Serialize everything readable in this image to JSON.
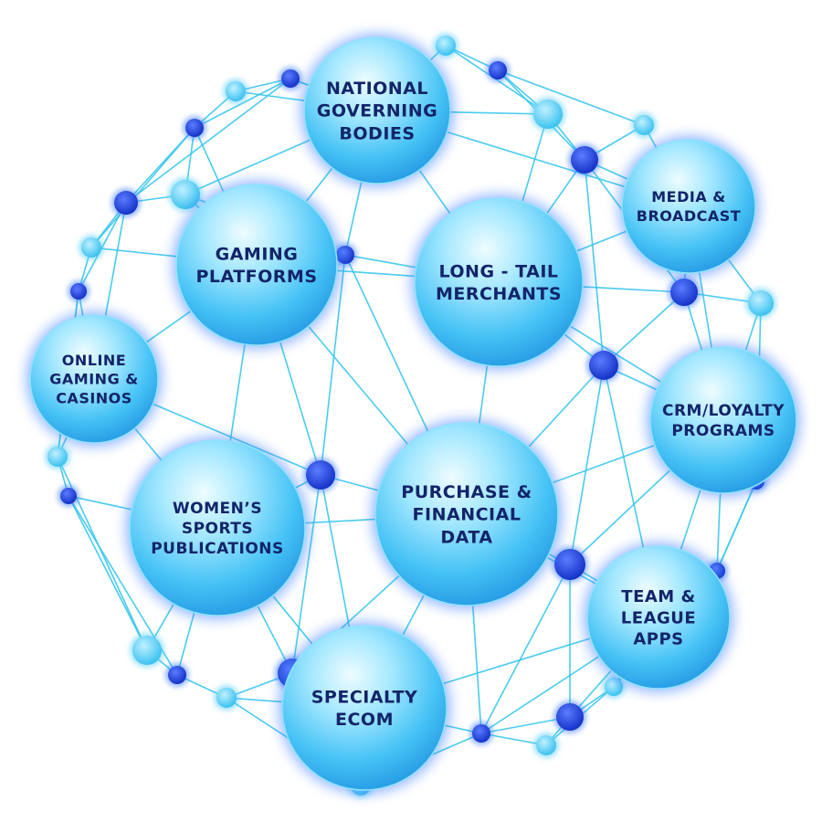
{
  "diagram": {
    "nodes": [
      {
        "id": "national",
        "lines": [
          "NATIONAL",
          "GOVERNING",
          "BODIES"
        ]
      },
      {
        "id": "media",
        "lines": [
          "MEDIA &",
          "BROADCAST"
        ]
      },
      {
        "id": "gaming",
        "lines": [
          "GAMING",
          "PLATFORMS"
        ]
      },
      {
        "id": "longtail",
        "lines": [
          "LONG - TAIL",
          "MERCHANTS"
        ]
      },
      {
        "id": "online",
        "lines": [
          "ONLINE",
          "GAMING &",
          "CASINOS"
        ]
      },
      {
        "id": "crm",
        "lines": [
          "CRM/LOYALTY",
          "PROGRAMS"
        ]
      },
      {
        "id": "womens",
        "lines": [
          "WOMEN’S",
          "SPORTS",
          "PUBLICATIONS"
        ]
      },
      {
        "id": "purchase",
        "lines": [
          "PURCHASE &",
          "FINANCIAL",
          "DATA"
        ]
      },
      {
        "id": "team",
        "lines": [
          "TEAM &",
          "LEAGUE",
          "APPS"
        ]
      },
      {
        "id": "specialty",
        "lines": [
          "SPECIALTY",
          "ECOM"
        ]
      }
    ],
    "colors": {
      "line": "#35c6ee",
      "node_light": "#e8fbff",
      "node_mid": "#7cdcff",
      "node_dark": "#2aa9ea",
      "glow": "#3b7cff",
      "dot_dark": "#1a3fd6",
      "dot_light": "#57cdf5",
      "label": "#13246a"
    }
  }
}
